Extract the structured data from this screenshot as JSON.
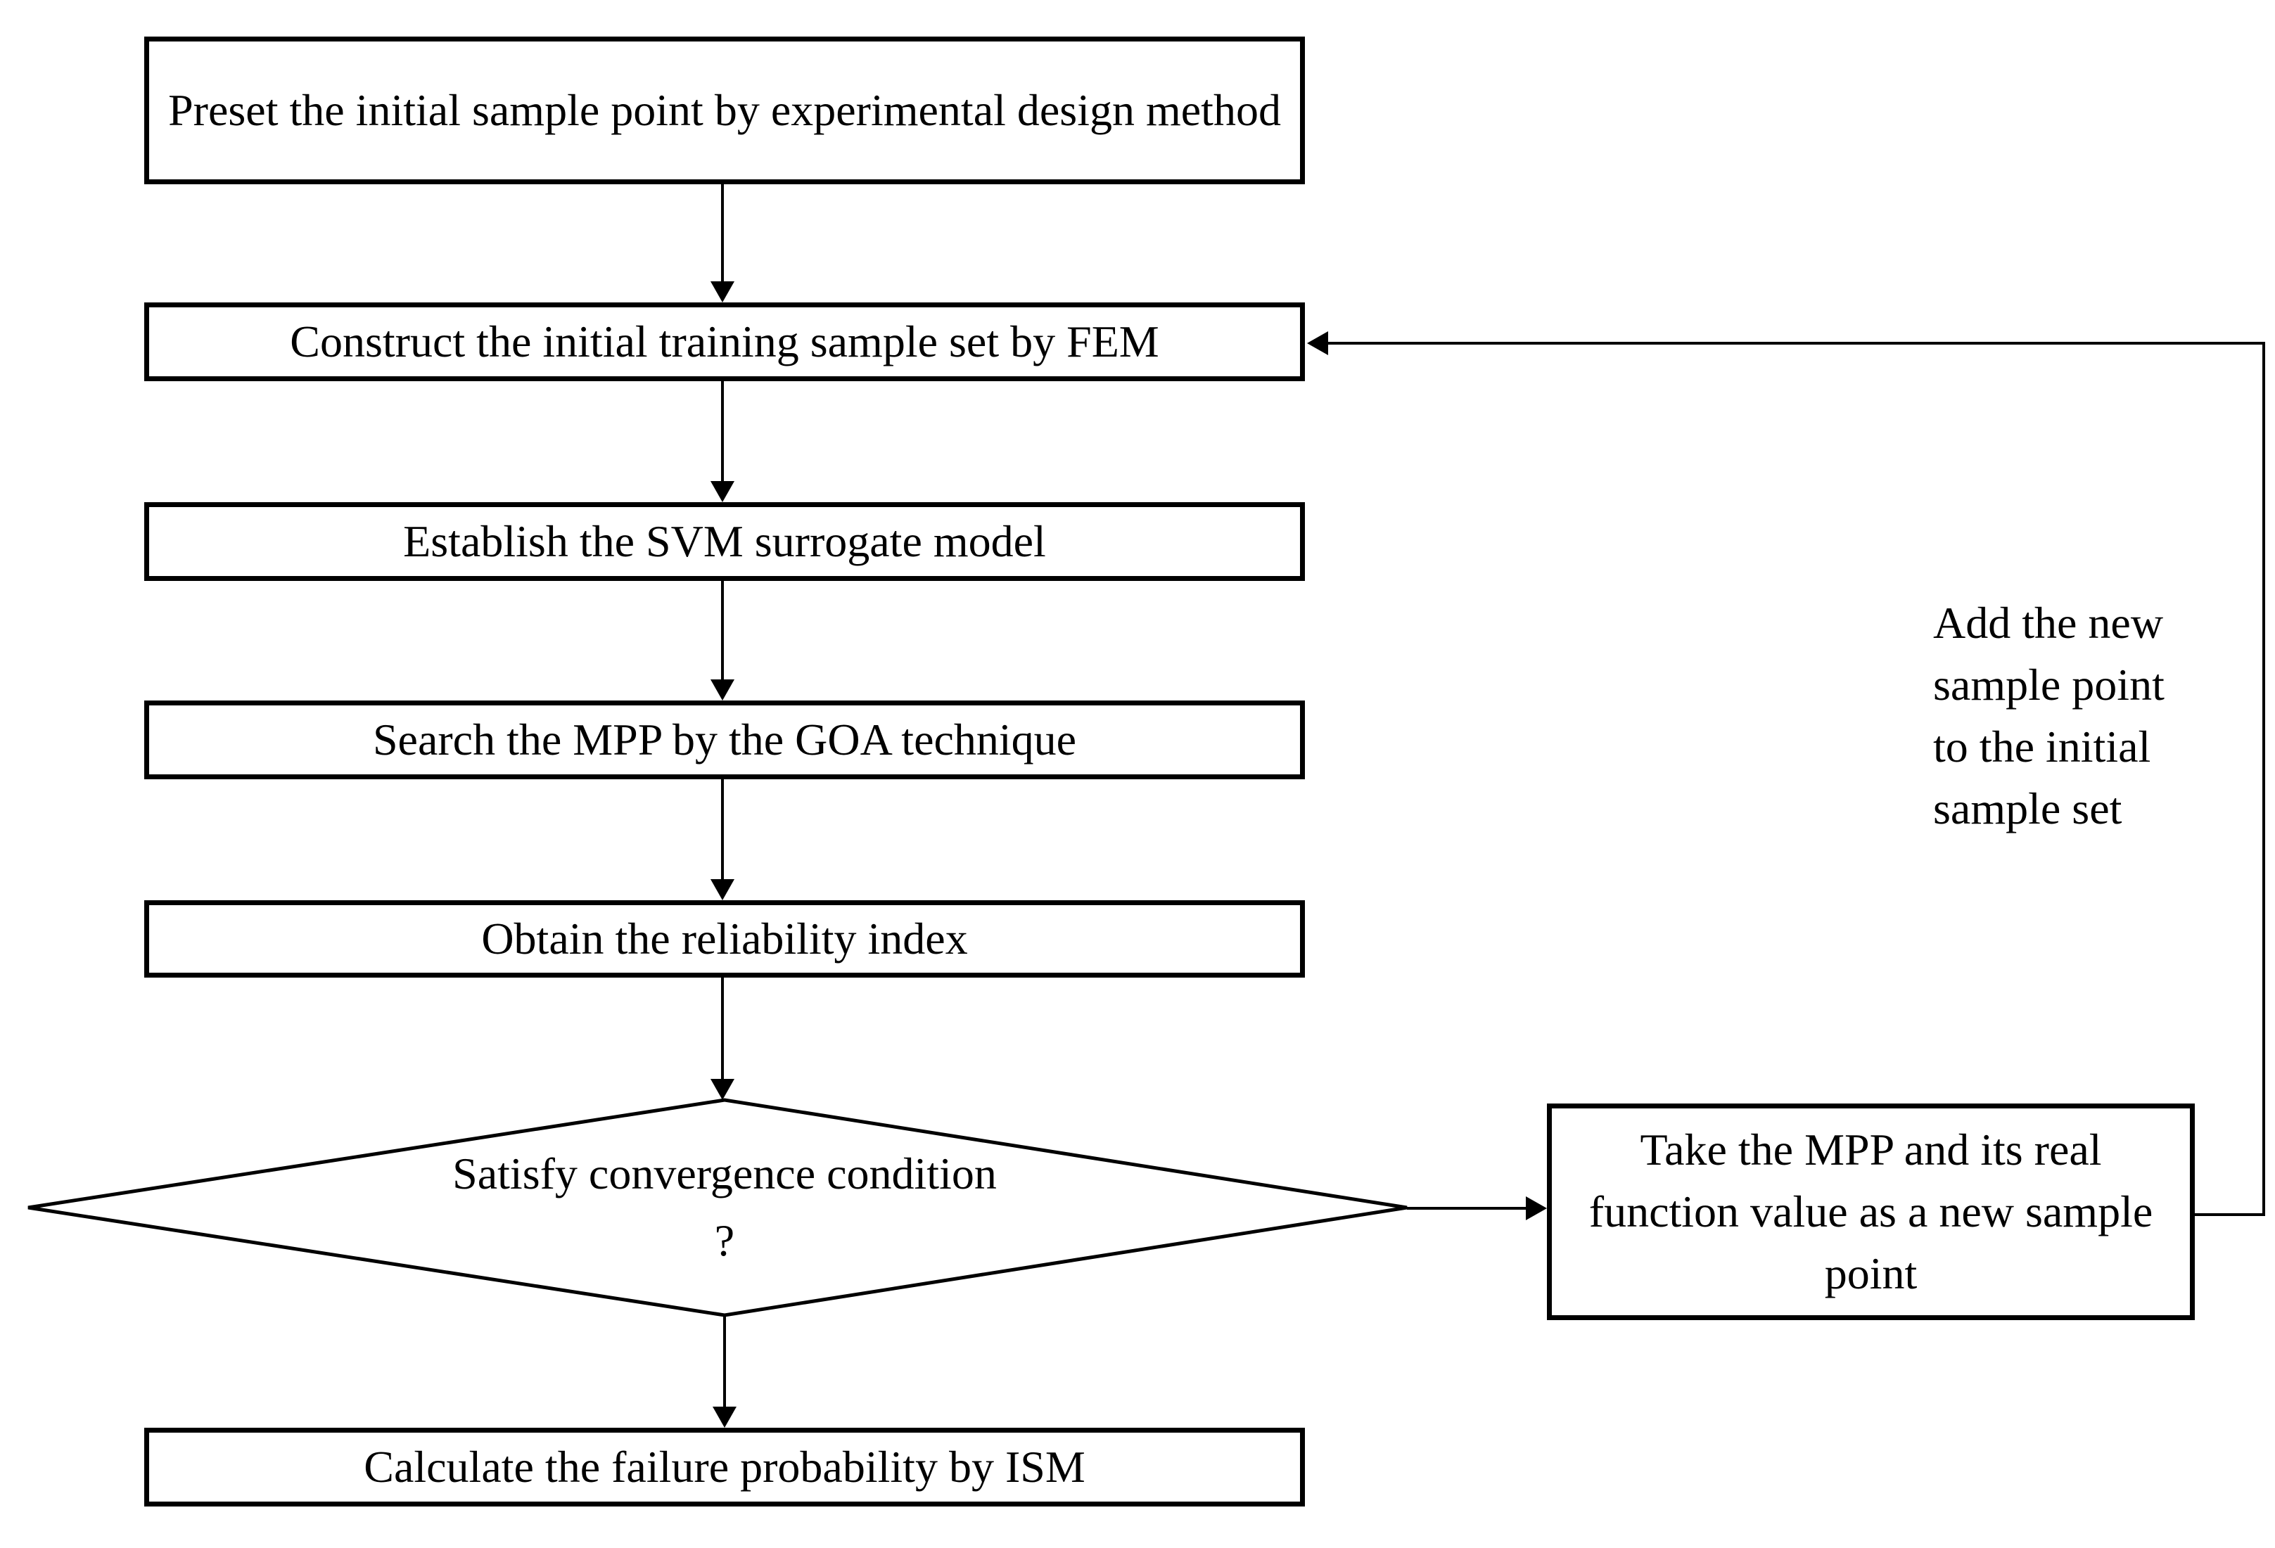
{
  "diagram": {
    "title": "SVM surrogate reliability analysis flowchart",
    "background_color": "#ffffff",
    "line_color": "#000000",
    "nodes": {
      "preset": {
        "type": "process",
        "label": "Preset the initial sample point by experimental design method"
      },
      "construct": {
        "type": "process",
        "label": "Construct the initial training sample set by FEM"
      },
      "establish": {
        "type": "process",
        "label": "Establish the SVM surrogate model"
      },
      "search": {
        "type": "process",
        "label": "Search the MPP by the GOA technique"
      },
      "obtain": {
        "type": "process",
        "label": "Obtain the reliability index"
      },
      "decision": {
        "type": "decision",
        "label": "Satisfy convergence condition ?"
      },
      "calculate": {
        "type": "process",
        "label": "Calculate the failure probability by ISM"
      },
      "new_sample": {
        "type": "process",
        "label": "Take the MPP and its real function value as a new sample point"
      }
    },
    "loop_label": {
      "lines": [
        "Add the new",
        "sample point",
        "to the initial",
        "sample set"
      ]
    }
  }
}
